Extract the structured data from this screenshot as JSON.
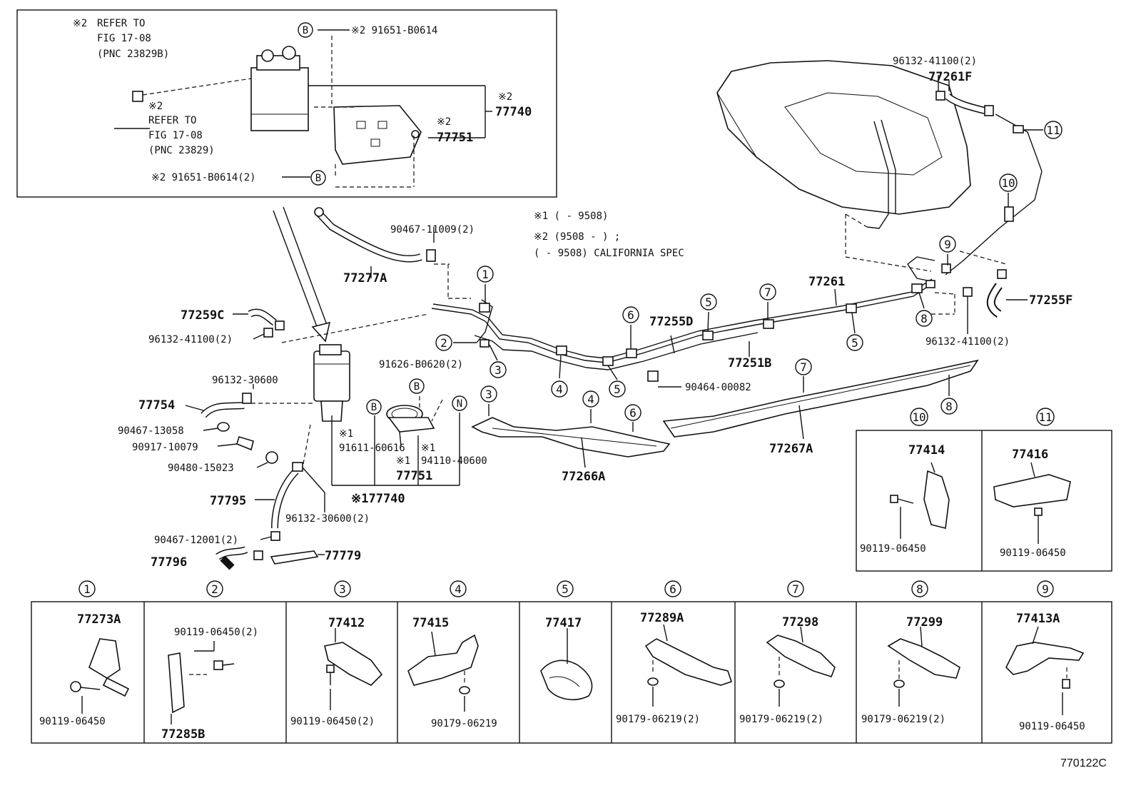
{
  "inset": {
    "ref1_mark": "※2",
    "ref1_line1": "REFER TO",
    "ref1_line2": "FIG 17-08",
    "ref1_line3": "(PNC 23829B)",
    "ref2_mark": "※2",
    "ref2_line1": "REFER TO",
    "ref2_line2": "FIG 17-08",
    "ref2_line3": "(PNC 23829)",
    "bolt_top": "※2 91651-B0614",
    "bolt_bottom": "※2 91651-B0614(2)",
    "bracket_mark": "※2",
    "bracket_label": "77751",
    "canister_mark": "※2",
    "canister_label": "77740",
    "b_symbol": "B"
  },
  "notes": {
    "line1": "※1 (      - 9508)",
    "line2": "※2 (9508 -      ) ;",
    "line3": "    (      - 9508) CALIFORNIA SPEC"
  },
  "labels": {
    "p90467_11009": "90467-11009(2)",
    "p77277A": "77277A",
    "p77259C": "77259C",
    "p96132_41100_l": "96132-41100(2)",
    "p96132_30600": "96132-30600",
    "p77754": "77754",
    "p90467_13058": "90467-13058",
    "p90917_10079": "90917-10079",
    "p90480_15023": "90480-15023",
    "p77795": "77795",
    "p96132_30600_2": "96132-30600(2)",
    "p90467_12001": "90467-12001(2)",
    "p77796": "77796",
    "p77779": "77779",
    "p91626_B0620": "91626-B0620(2)",
    "p91611_mark": "※1",
    "p91611": "91611-60616",
    "p94110_mark": "※1",
    "p94110": "94110-40600",
    "p77751_mark": "※1",
    "p77751": "77751",
    "p77740": "※177740",
    "sym_B": "B",
    "sym_N": "N",
    "p77266A": "77266A",
    "p77267A": "77267A",
    "p77255D": "77255D",
    "p77251B": "77251B",
    "p77261": "77261",
    "p90464_00082": "90464-00082",
    "p96132_41100_tr": "96132-41100(2)",
    "p77261F": "77261F",
    "p77255F": "77255F",
    "p96132_41100_r": "96132-41100(2)"
  },
  "callouts": [
    "1",
    "2",
    "3",
    "4",
    "5",
    "6",
    "7",
    "8",
    "9",
    "10",
    "11"
  ],
  "detail_right": [
    {
      "num": "10",
      "part": "77414",
      "bolt": "90119-06450"
    },
    {
      "num": "11",
      "part": "77416",
      "bolt": "90119-06450"
    }
  ],
  "detail_bottom": [
    {
      "num": "1",
      "part": "77273A",
      "bolt": "90119-06450",
      "extra": ""
    },
    {
      "num": "2",
      "part": "77285B",
      "bolt": "90119-06450(2)",
      "extra": ""
    },
    {
      "num": "3",
      "part": "77412",
      "bolt": "90119-06450(2)",
      "extra": ""
    },
    {
      "num": "4",
      "part": "77415",
      "bolt": "90179-06219",
      "extra": ""
    },
    {
      "num": "5",
      "part": "77417",
      "bolt": "",
      "extra": ""
    },
    {
      "num": "6",
      "part": "77289A",
      "bolt": "90179-06219(2)",
      "extra": ""
    },
    {
      "num": "7",
      "part": "77298",
      "bolt": "90179-06219(2)",
      "extra": ""
    },
    {
      "num": "8",
      "part": "77299",
      "bolt": "90179-06219(2)",
      "extra": ""
    },
    {
      "num": "9",
      "part": "77413A",
      "bolt": "90119-06450",
      "extra": ""
    }
  ],
  "figure_code": "770122C"
}
